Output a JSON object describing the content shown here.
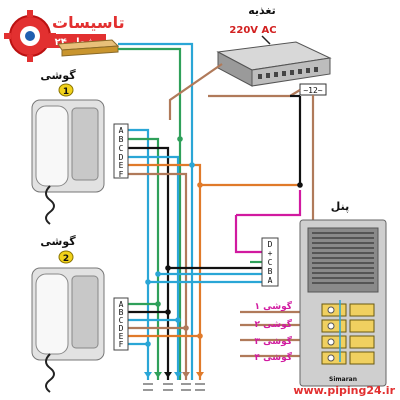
{
  "logo": {
    "line1": "تاسیسات",
    "line2": "۲۴ شعار"
  },
  "power_supply": {
    "title": "تغذیه",
    "voltage": "220V AC"
  },
  "regulator_label": "~12~",
  "handset_1": {
    "title": "گوشی",
    "number": "1",
    "terminals": [
      "A",
      "B",
      "C",
      "D",
      "E",
      "F"
    ]
  },
  "handset_2": {
    "title": "گوشی",
    "number": "2",
    "terminals": [
      "A",
      "B",
      "C",
      "D",
      "E",
      "F"
    ]
  },
  "panel": {
    "title": "پنل",
    "terminals": [
      "D",
      "+",
      "C",
      "B",
      "A"
    ],
    "brand": "Simaran",
    "button_labels": [
      "گوشی ۱",
      "گوشی ۲",
      "گوشی ۳",
      "گوشی ۴"
    ]
  },
  "colors": {
    "cyan": "#2aa6d6",
    "green": "#2fa05a",
    "magenta": "#d11aa0",
    "brown": "#b07a5a",
    "orange": "#e07a2a",
    "black": "#111111",
    "red": "#d22020"
  },
  "watermark": "www.piping24.ir"
}
